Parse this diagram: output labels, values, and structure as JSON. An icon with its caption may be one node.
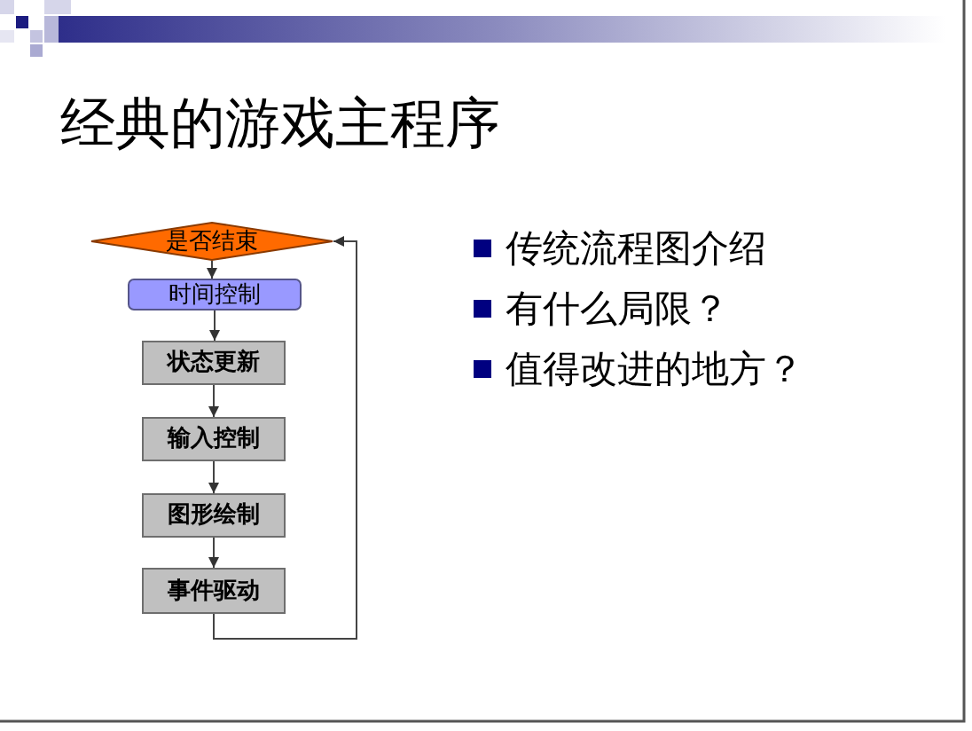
{
  "diagram": {
    "title": "经典的游戏主程序",
    "nodes": [
      {
        "text": [
          "是否结束"
        ]
      },
      {
        "text": [
          "时间控制"
        ]
      },
      {
        "text": [
          "状态更新"
        ]
      },
      {
        "text": [
          "输入控制"
        ]
      },
      {
        "text": [
          "图形绘制"
        ]
      },
      {
        "text": [
          "事件驱动"
        ]
      }
    ],
    "edges": [
      {
        "from": 0,
        "to": 1,
        "arrow": "to"
      },
      {
        "from": 1,
        "to": 2,
        "arrow": "to"
      },
      {
        "from": 2,
        "to": 3,
        "arrow": "to"
      },
      {
        "from": 3,
        "to": 4,
        "arrow": "to"
      },
      {
        "from": 4,
        "to": 5,
        "arrow": "to"
      },
      {
        "from": 5,
        "to": 0,
        "arrow": "to"
      }
    ],
    "labels": [
      "传统流程图介绍",
      "有什么局限？",
      "值得改进的地方？"
    ]
  }
}
